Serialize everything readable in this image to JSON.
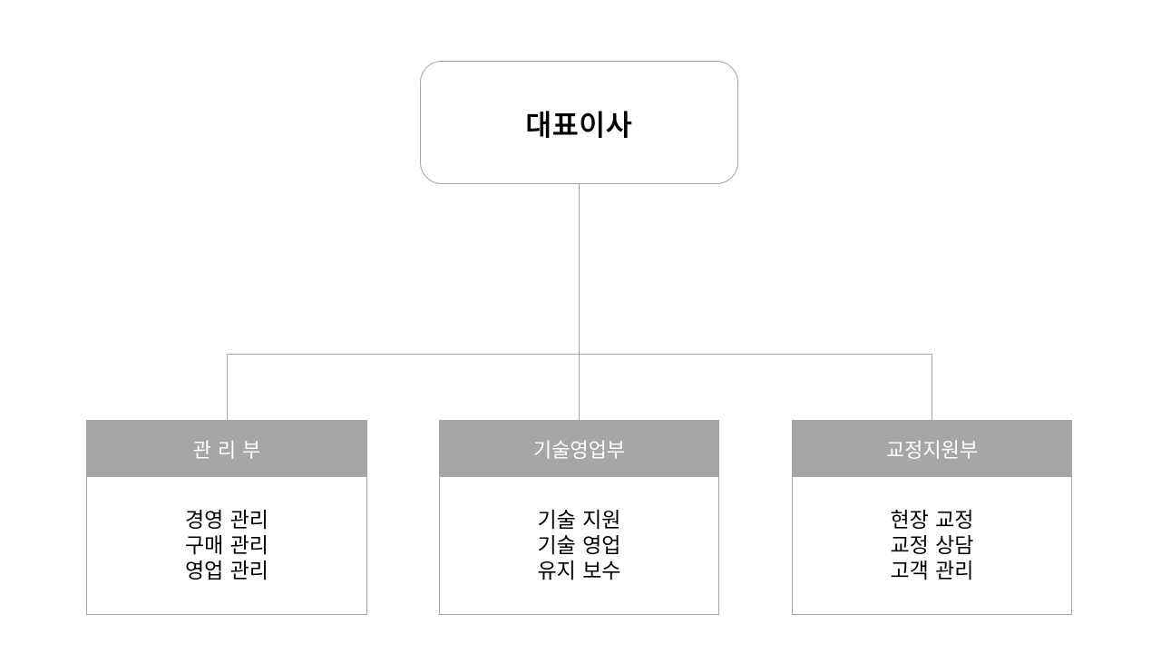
{
  "root": {
    "title": "대표이사"
  },
  "departments": [
    {
      "name": "관 리 부",
      "duties": [
        "경영 관리",
        "구매 관리",
        "영업 관리"
      ]
    },
    {
      "name": "기술영업부",
      "duties": [
        "기술 지원",
        "기술 영업",
        "유지 보수"
      ]
    },
    {
      "name": "교정지원부",
      "duties": [
        "현장 교정",
        "교정 상담",
        "고객 관리"
      ]
    }
  ],
  "colors": {
    "header_bg": "#a6a6a6",
    "header_text": "#ffffff",
    "connector": "#a6a6a6",
    "border": "#a6a6a6",
    "text": "#000000"
  }
}
